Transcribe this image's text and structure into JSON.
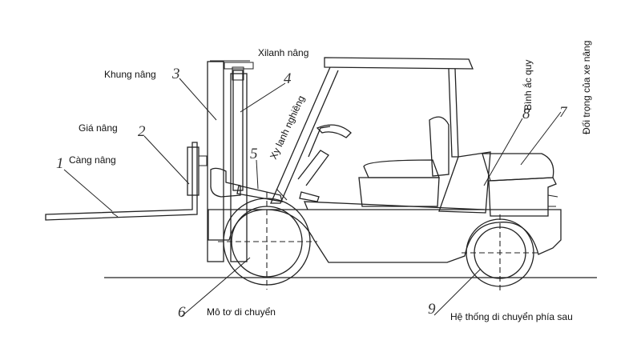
{
  "labels": {
    "cang_nang": "Càng nâng",
    "gia_nang": "Giá nâng",
    "khung_nang": "Khung nâng",
    "xilanh_nang": "Xilanh nâng",
    "xy_lanh_nghieng": "Xy lanh nghiêng",
    "binh_ac_quy": "Bình ắc quy",
    "doi_trong": "Đối trọng của xe nâng",
    "mo_to": "Mô tơ di chuyển",
    "he_thong": "Hệ thống di chuyển phía sau"
  },
  "numbers": {
    "n1": "1",
    "n2": "2",
    "n3": "3",
    "n4": "4",
    "n5": "5",
    "n6": "6",
    "n7": "7",
    "n8": "8",
    "n9": "9"
  }
}
